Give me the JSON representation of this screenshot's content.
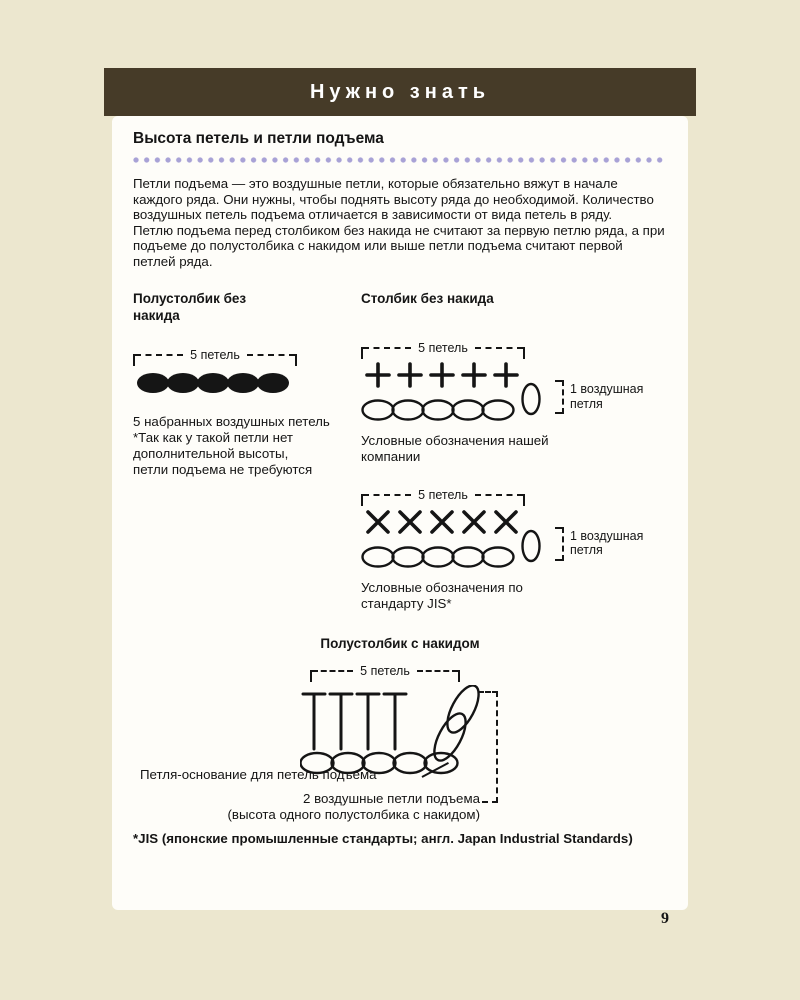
{
  "page": {
    "header_title": "Нужно знать",
    "page_number": "9"
  },
  "article": {
    "title": "Высота петель и петли подъема",
    "paragraphs": [
      "Петли подъема — это воздушные петли, которые обязательно вяжут в начале каждого ряда. Они нужны, чтобы поднять высоту ряда до необходимой. Количество воздушных петель подъема отличается в зависимости от вида петель в ряду.",
      "Петлю подъема перед столбиком без накида не считают за первую петлю ряда, а при подъеме до полустолбика с накидом или выше петли подъема считают первой петлей ряда."
    ]
  },
  "left_column": {
    "heading": "Полустолбик без накида",
    "bracket_label": "5 петель",
    "caption": "5 набранных воздушных петель",
    "note": "*Так как у такой петли нет дополнительной высоты, петли подъема не требуются"
  },
  "right_column": {
    "heading": "Столбик без накида",
    "company": {
      "bracket_label": "5 петель",
      "side_label": "1 воздушная петля",
      "caption": "Условные обозначения нашей компании"
    },
    "jis": {
      "bracket_label": "5 петель",
      "side_label": "1 воздушная петля",
      "caption": "Условные обозначения по стандарту JIS*"
    }
  },
  "bottom": {
    "heading": "Полустолбик с накидом",
    "bracket_label": "5 петель",
    "base_label": "Петля-основание для петель подъема",
    "lift_label": "2 воздушные петли подъема",
    "lift_sublabel": "(высота одного полустолбика с накидом)"
  },
  "footnote": "*JIS (японские промышленные стандарты; англ. Japan Industrial Standards)",
  "colors": {
    "page_background": "#ece7cf",
    "header_bar": "#463b28",
    "divider_dots": "#a8a2d6",
    "ink": "#151515",
    "panel": "#fefdf9"
  }
}
